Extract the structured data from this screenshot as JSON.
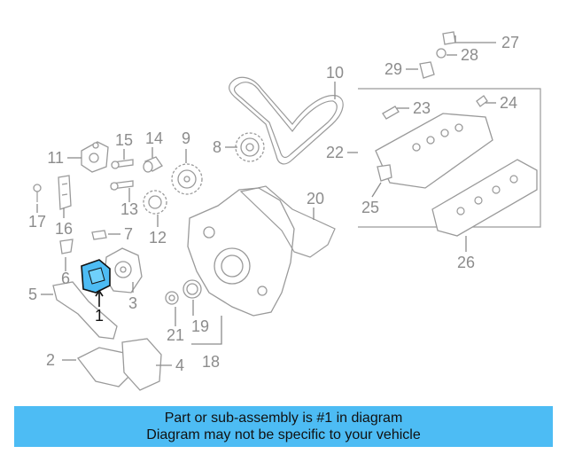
{
  "callouts": {
    "c1": "1",
    "c2": "2",
    "c3": "3",
    "c4": "4",
    "c5": "5",
    "c6": "6",
    "c7": "7",
    "c8": "8",
    "c9": "9",
    "c10": "10",
    "c11": "11",
    "c12": "12",
    "c13": "13",
    "c14": "14",
    "c15": "15",
    "c16": "16",
    "c17": "17",
    "c18": "18",
    "c19": "19",
    "c20": "20",
    "c21": "21",
    "c22": "22",
    "c23": "23",
    "c24": "24",
    "c25": "25",
    "c26": "26",
    "c27": "27",
    "c28": "28",
    "c29": "29"
  },
  "highlight_color": "#4dbcf4",
  "banner": {
    "line1": "Part or sub-assembly is #1 in diagram",
    "line2": "Diagram may not be specific to your vehicle"
  }
}
